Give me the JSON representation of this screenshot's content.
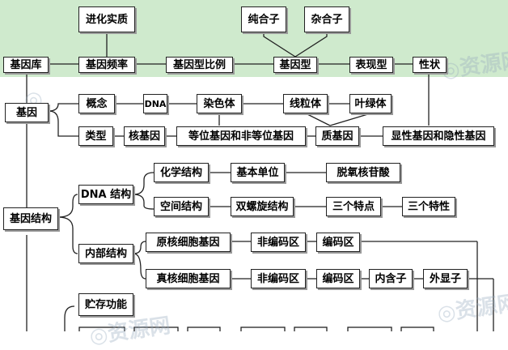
{
  "nodes": {
    "jinhua": "进化实质",
    "chunhezi": "纯合子",
    "zahezi": "杂合子",
    "jiyinku": "基因库",
    "jiyinpinlv": "基因频率",
    "jiyinxingbili": "基因型比例",
    "jiyinxing": "基因型",
    "biaoxianxing": "表现型",
    "xingzhuang": "性状",
    "jiyin": "基因",
    "gainian": "概念",
    "dna": "DNA",
    "ransети": "染色体",
    "xianliti": "线粒体",
    "yelvti": "叶绿体",
    "leixing": "类型",
    "hejiyin": "核基因",
    "dengwei": "等位基因和非等位基因",
    "zhijiyin": "质基因",
    "xianxing": "显性基因和隐性基因",
    "dnajiegou": "DNA 结构",
    "huaxue": "化学结构",
    "jiben": "基本单位",
    "tuoyang": "脱氧核苷酸",
    "kongjian": "空间结构",
    "shuangluo": "双螺旋结构",
    "sange_tedian": "三个特点",
    "sange_texing": "三个特性",
    "jiyinjiegou": "基因结构",
    "neibu": "内部结构",
    "yuanhe": "原核细胞基因",
    "feibianma1": "非编码区",
    "bianma1": "编码区",
    "zhenhe": "真核细胞基因",
    "feibianma2": "非编码区",
    "bianma2": "编码区",
    "neihanzi": "内含子",
    "waixianzi": "外显子",
    "zhucun": "贮存功能"
  }
}
